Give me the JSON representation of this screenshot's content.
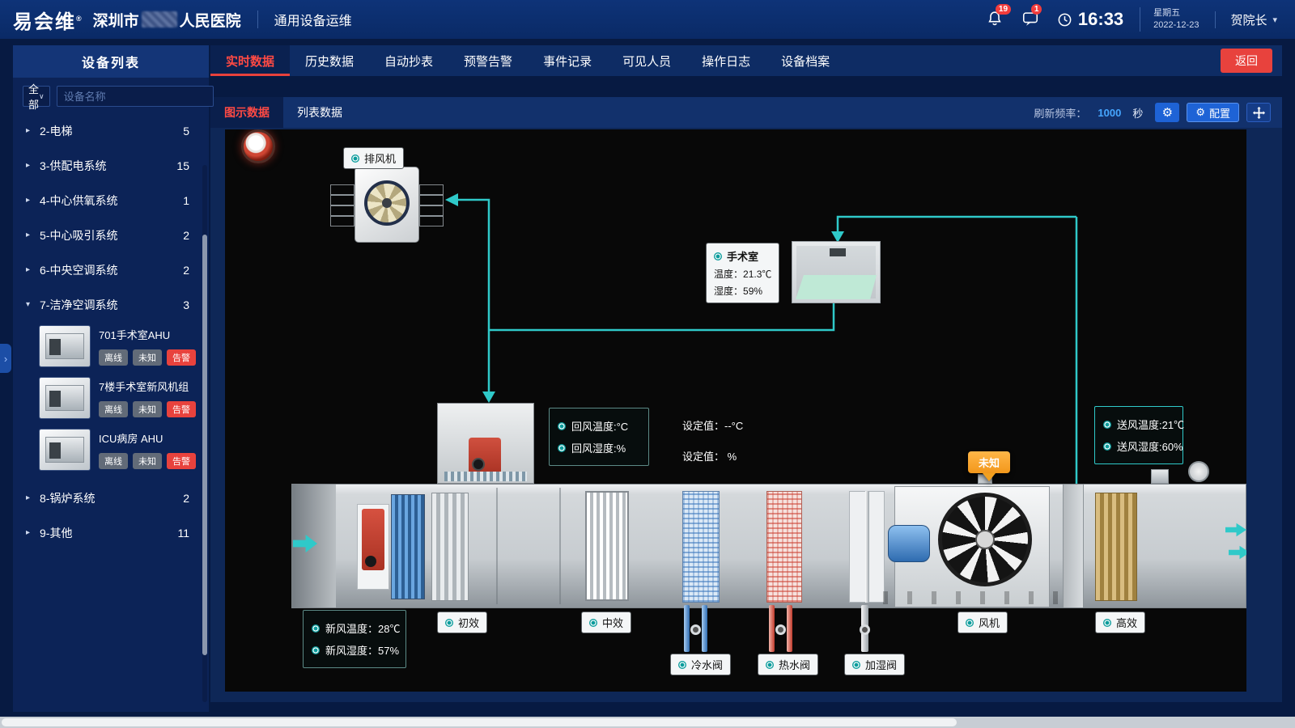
{
  "topbar": {
    "logo": "易会维",
    "logo_reg": "®",
    "hospital_prefix": "深圳市",
    "hospital_suffix": "人民医院",
    "module": "通用设备运维",
    "bell_count": "19",
    "msg_count": "1",
    "time": "16:33",
    "weekday": "星期五",
    "date": "2022-12-23",
    "user": "贺院长"
  },
  "sidebar": {
    "title": "设备列表",
    "filter_all": "全部",
    "search_placeholder": "设备名称",
    "groups": [
      {
        "label": "2-电梯",
        "count": "5"
      },
      {
        "label": "3-供配电系统",
        "count": "15"
      },
      {
        "label": "4-中心供氧系统",
        "count": "1"
      },
      {
        "label": "5-中心吸引系统",
        "count": "2"
      },
      {
        "label": "6-中央空调系统",
        "count": "2"
      },
      {
        "label": "7-洁净空调系统",
        "count": "3"
      },
      {
        "label": "8-锅炉系统",
        "count": "2"
      },
      {
        "label": "9-其他",
        "count": "11"
      }
    ],
    "devices": [
      {
        "name": "701手术室AHU",
        "badges": [
          "离线",
          "未知",
          "告警"
        ]
      },
      {
        "name": "7楼手术室新风机组",
        "badges": [
          "离线",
          "未知",
          "告警"
        ]
      },
      {
        "name": "ICU病房 AHU",
        "badges": [
          "离线",
          "未知",
          "告警"
        ]
      }
    ]
  },
  "tabs": [
    "实时数据",
    "历史数据",
    "自动抄表",
    "预警告警",
    "事件记录",
    "可见人员",
    "操作日志",
    "设备档案"
  ],
  "back_button": "返回",
  "subtabs": [
    "图示数据",
    "列表数据"
  ],
  "toolbar": {
    "refresh_label": "刷新频率：",
    "refresh_value": "1000",
    "refresh_unit": "秒",
    "config_label": "配置"
  },
  "diagram": {
    "exhaust_fan_label": "排风机",
    "room": {
      "name": "手术室",
      "temp_label": "温度：",
      "temp_value": "21.3℃",
      "hum_label": "湿度：",
      "hum_value": "59%"
    },
    "return_air": {
      "temp": "回风温度:°C",
      "hum": "回风湿度:%"
    },
    "setpoint_temp": "设定值：--°C",
    "setpoint_hum": "设定值： %",
    "supply_air": {
      "temp": "送风温度:21℃",
      "hum": "送风湿度:60%"
    },
    "fresh_air": {
      "temp_label": "新风温度：",
      "temp_value": "28℃",
      "hum_label": "新风湿度：",
      "hum_value": "57%"
    },
    "unknown_marker": "未知",
    "labels": {
      "pre_filter": "初效",
      "mid_filter": "中效",
      "cold_valve": "冷水阀",
      "hot_valve": "热水阀",
      "humid_valve": "加湿阀",
      "fan": "风机",
      "hepa": "高效"
    }
  },
  "icons": {
    "gear": "⚙",
    "chevron_down": "∨",
    "caret_right": "▸",
    "caret_down": "▾",
    "collapse_arrow": "›",
    "user_chevron": "▾"
  },
  "colors": {
    "accent_red": "#e8413c",
    "pipe_teal": "#2fc9c9",
    "alarm_orange": "#f2a01f",
    "button_blue": "#1e63d6"
  }
}
